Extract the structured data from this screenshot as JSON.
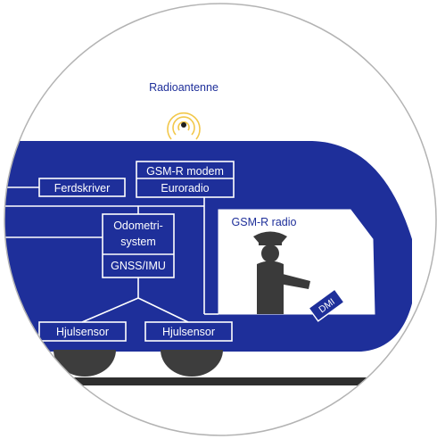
{
  "diagram": {
    "antenna_label": "Radioantenne",
    "gsmr_modem_label": "GSM-R modem",
    "euroradio_label": "Euroradio",
    "ferdskriver_label": "Ferdskriver",
    "odometri_line1": "Odometri-",
    "odometri_line2": "system",
    "gnss_label": "GNSS/IMU",
    "gsmr_radio_label": "GSM-R radio",
    "dmi_label": "DMI",
    "wheel_sensor_left_label": "Hjulsensor",
    "wheel_sensor_right_label": "Hjulsensor"
  },
  "colors": {
    "train_body": "#1e2f9a",
    "cab_window": "#ffffff",
    "driver": "#3a3a3a",
    "wheels": "#3d3d3d",
    "rail": "#2e2e2e",
    "antenna_waves": "#f2c84b",
    "circle_border": "#b3b3b3"
  }
}
